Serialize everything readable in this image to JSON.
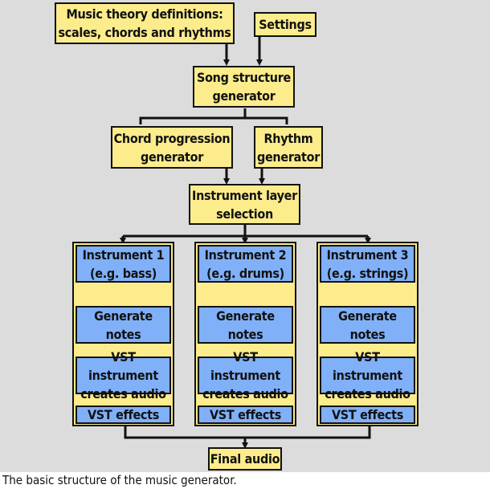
{
  "nodes": {
    "theory": [
      "Music theory definitions:",
      "scales, chords and rhythms"
    ],
    "settings": [
      "Settings"
    ],
    "song_structure": [
      "Song structure",
      "generator"
    ],
    "chord_progression": [
      "Chord progression",
      "generator"
    ],
    "rhythm": [
      "Rhythm",
      "generator"
    ],
    "instrument_layer": [
      "Instrument layer",
      "selection"
    ],
    "final_audio": [
      "Final audio"
    ]
  },
  "instruments": [
    {
      "title": [
        "Instrument 1",
        "(e.g. bass)"
      ],
      "generate": [
        "Generate",
        "notes"
      ],
      "vst": [
        "VST instrument",
        "creates audio"
      ],
      "effects": [
        "VST effects"
      ]
    },
    {
      "title": [
        "Instrument 2",
        "(e.g. drums)"
      ],
      "generate": [
        "Generate",
        "notes"
      ],
      "vst": [
        "VST instrument",
        "creates audio"
      ],
      "effects": [
        "VST effects"
      ]
    },
    {
      "title": [
        "Instrument 3",
        "(e.g. strings)"
      ],
      "generate": [
        "Generate",
        "notes"
      ],
      "vst": [
        "VST instrument",
        "creates audio"
      ],
      "effects": [
        "VST effects"
      ]
    }
  ],
  "caption": "The basic structure of the music generator.",
  "colors": {
    "box_fill": "#fcec8c",
    "inner_fill": "#80b0f8",
    "background": "#dcdcdc",
    "stroke": "#111111"
  }
}
